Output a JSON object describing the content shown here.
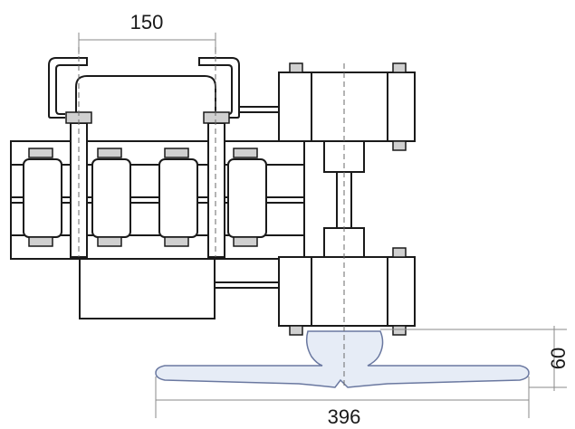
{
  "dimensions": {
    "bolt_spacing": "150",
    "rail_width": "396",
    "rail_height": "60"
  },
  "colors": {
    "outline": "#1a1a1a",
    "dimension_line": "#8a8a8a",
    "rail_fill": "#e6ecf6",
    "rail_outline": "#6a78a0",
    "nut_fill": "#d0d0d0",
    "background": "#ffffff"
  }
}
